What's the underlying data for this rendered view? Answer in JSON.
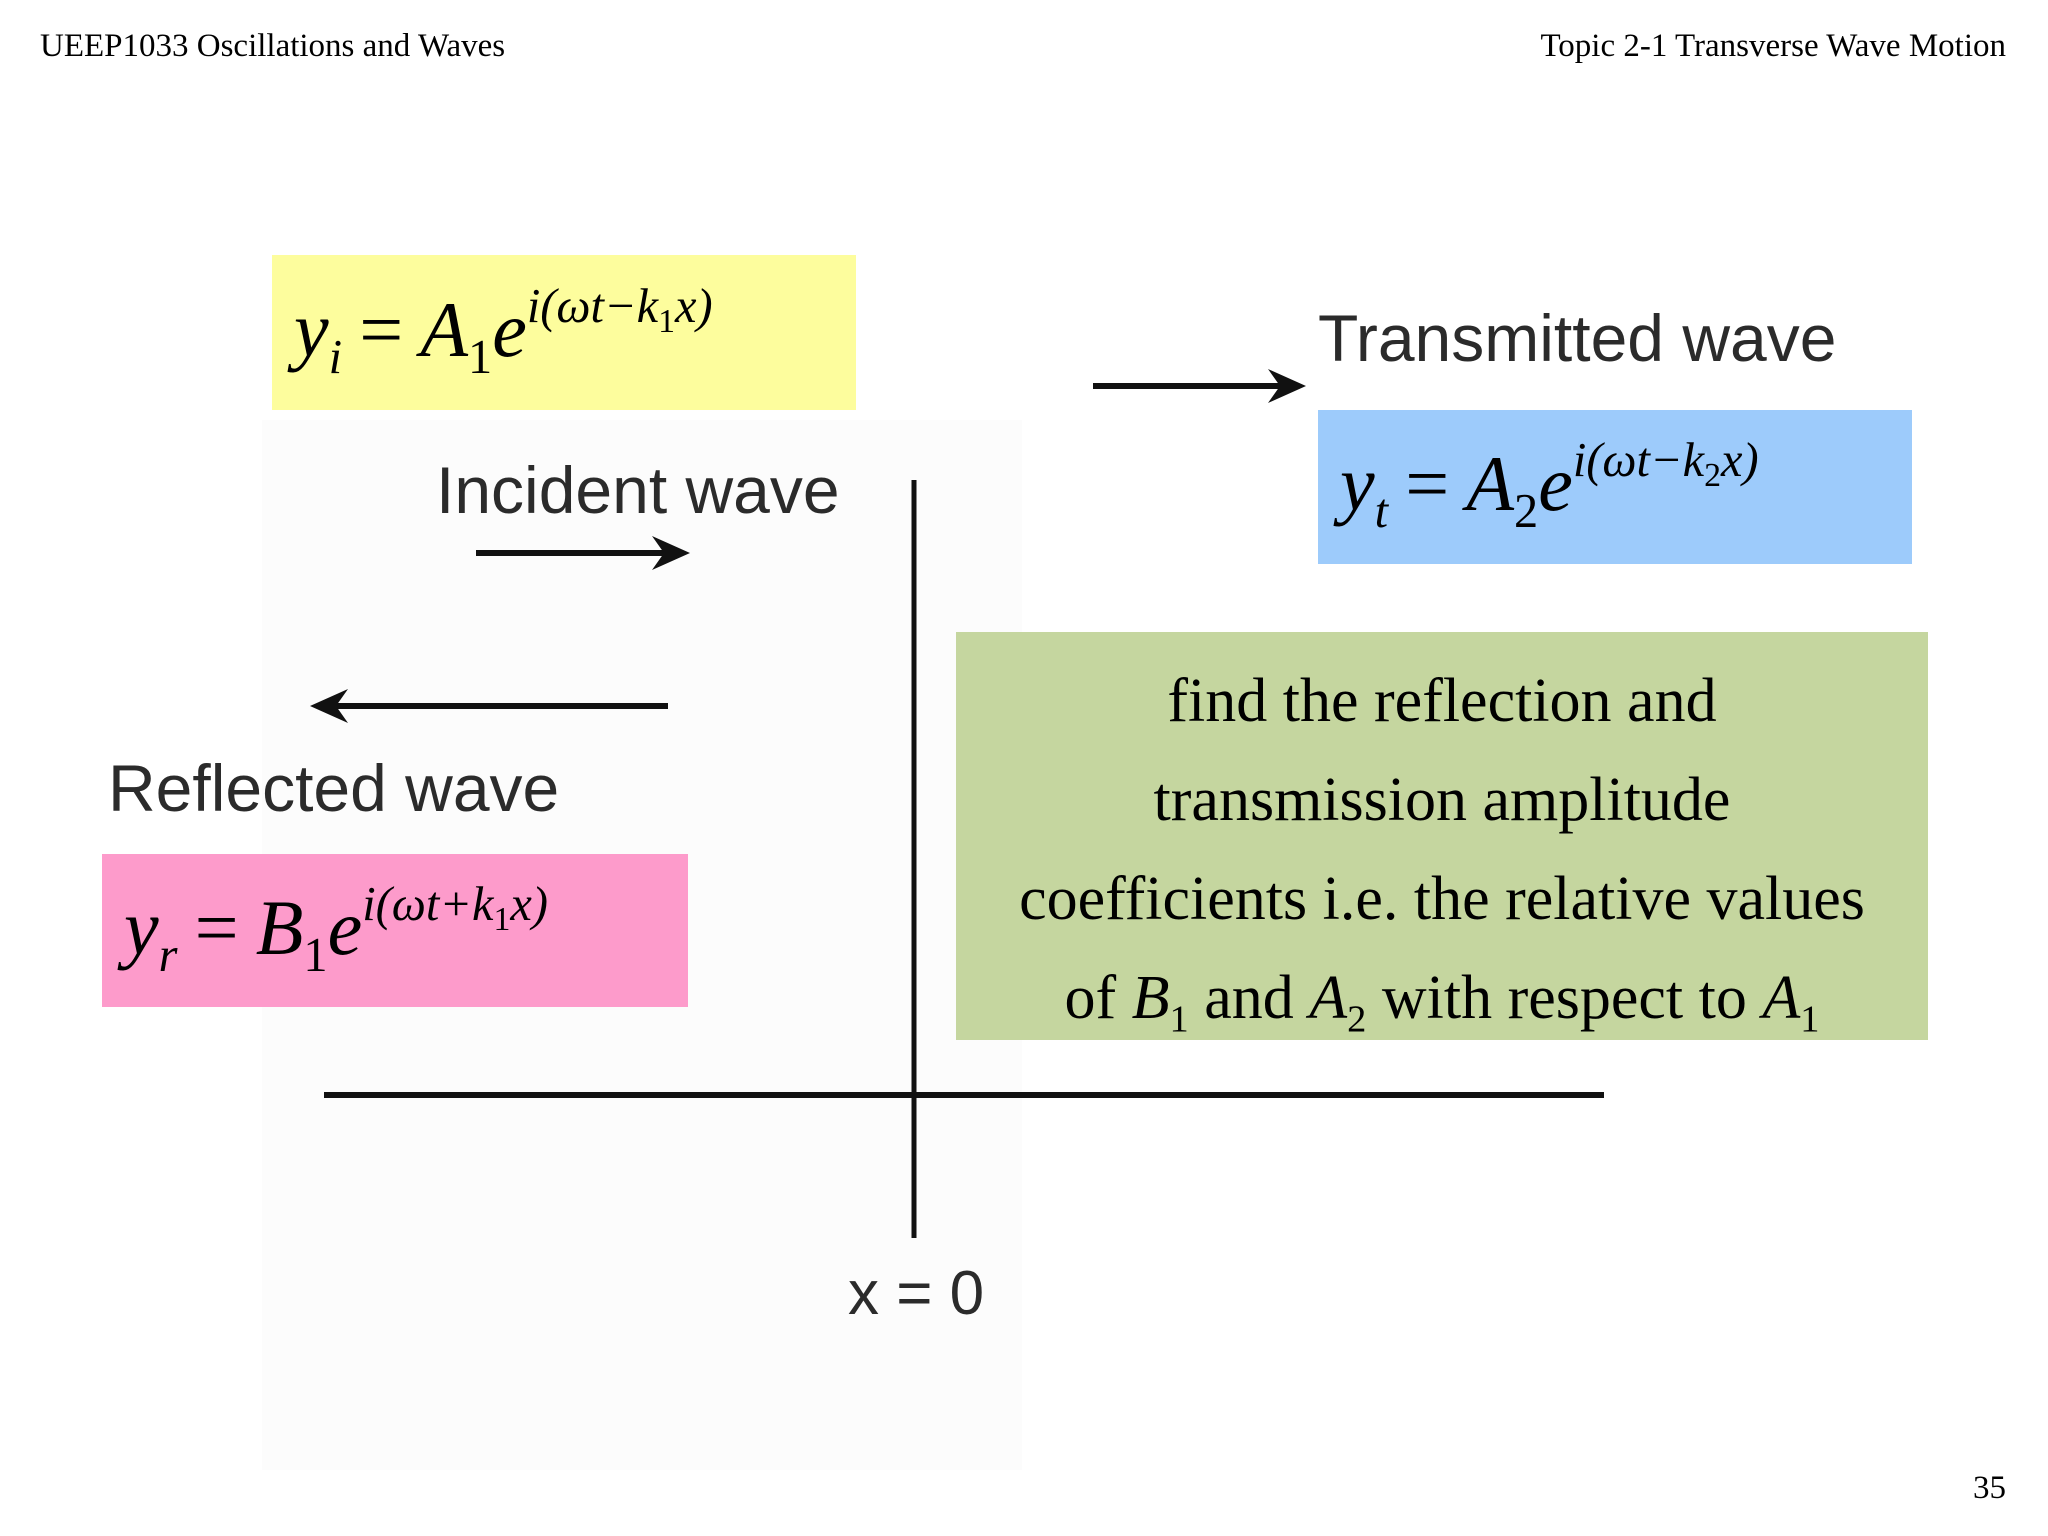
{
  "header": {
    "course": "UEEP1033 Oscillations and Waves",
    "topic": "Topic 2-1 Transverse Wave Motion"
  },
  "labels": {
    "incident": "Incident wave",
    "transmitted": "Transmitted wave",
    "reflected": "Reflected wave",
    "boundary": "x = 0"
  },
  "equations": {
    "incident": {
      "lhs": "y",
      "lhs_sub": "i",
      "eq": "=",
      "amp": "A",
      "amp_sub": "1",
      "base": "e",
      "exp": "i(ωt−k",
      "exp_sub": "1",
      "exp_tail": "x)",
      "color": "#fdfd9d"
    },
    "transmitted": {
      "lhs": "y",
      "lhs_sub": "t",
      "eq": "=",
      "amp": "A",
      "amp_sub": "2",
      "base": "e",
      "exp": "i(ωt−k",
      "exp_sub": "2",
      "exp_tail": "x)",
      "color": "#9dcbfb"
    },
    "reflected": {
      "lhs": "y",
      "lhs_sub": "r",
      "eq": "=",
      "amp": "B",
      "amp_sub": "1",
      "base": "e",
      "exp": "i(ωt+k",
      "exp_sub": "1",
      "exp_tail": "x)",
      "color": "#fd9bcb"
    }
  },
  "note": {
    "line1": "find the reflection and",
    "line2": "transmission amplitude",
    "line3": "coefficients i.e. the relative values",
    "line4_pre": "of ",
    "B": "B",
    "B_sub": "1",
    "and": " and ",
    "A2": "A",
    "A2_sub": "2",
    "wrt": " with respect to ",
    "A1": "A",
    "A1_sub": "1",
    "color": "#c5d69f"
  },
  "page_number": "35"
}
